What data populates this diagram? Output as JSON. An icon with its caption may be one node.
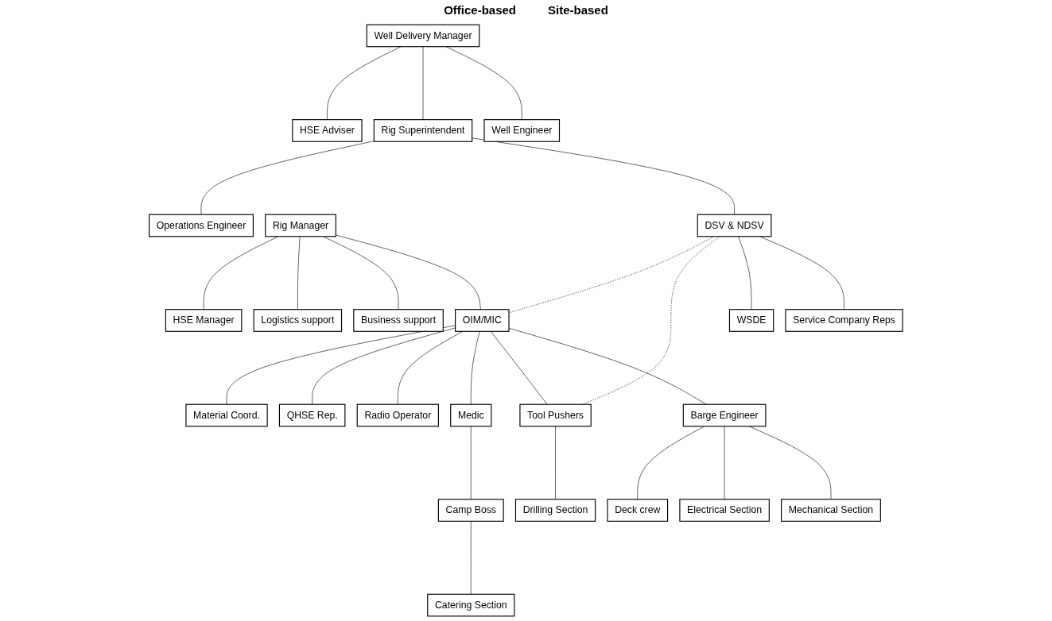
{
  "diagram": {
    "nodes": [
      {
        "text": [
          "Well Delivery Manager"
        ]
      },
      {
        "text": [
          "HSE Adviser"
        ]
      },
      {
        "text": [
          "Rig Superintendent"
        ]
      },
      {
        "text": [
          "Well Engineer"
        ]
      },
      {
        "text": [
          "Operations Engineer"
        ]
      },
      {
        "text": [
          "Rig Manager"
        ]
      },
      {
        "text": [
          "HSE Manager"
        ]
      },
      {
        "text": [
          "Logistics support"
        ]
      },
      {
        "text": [
          "Business support"
        ]
      },
      {
        "text": [
          "DSV & NDSV"
        ]
      },
      {
        "text": [
          "OIM/MIC"
        ]
      },
      {
        "text": [
          "WSDE"
        ]
      },
      {
        "text": [
          "Service Company Reps"
        ]
      },
      {
        "text": [
          "Material Coord."
        ]
      },
      {
        "text": [
          "QHSE Rep."
        ]
      },
      {
        "text": [
          "Radio Operator"
        ]
      },
      {
        "text": [
          "Medic"
        ]
      },
      {
        "text": [
          "Tool Pushers"
        ]
      },
      {
        "text": [
          "Barge Engineer"
        ]
      },
      {
        "text": [
          "Electrical Section"
        ]
      },
      {
        "text": [
          "Mechanical Section"
        ]
      },
      {
        "text": [
          "Camp Boss"
        ]
      },
      {
        "text": [
          "Drilling Section"
        ]
      },
      {
        "text": [
          "Deck crew"
        ]
      },
      {
        "text": [
          "Catering Section"
        ]
      }
    ],
    "edges": [
      {
        "from": 0,
        "to": 1,
        "arrow": "none"
      },
      {
        "from": 0,
        "to": 2,
        "arrow": "none"
      },
      {
        "from": 0,
        "to": 3,
        "arrow": "none"
      },
      {
        "from": 2,
        "to": 4,
        "arrow": "none"
      },
      {
        "from": 2,
        "to": 9,
        "arrow": "none"
      },
      {
        "from": 5,
        "to": 6,
        "arrow": "none"
      },
      {
        "from": 5,
        "to": 7,
        "arrow": "none"
      },
      {
        "from": 5,
        "to": 8,
        "arrow": "none"
      },
      {
        "from": 5,
        "to": 10,
        "arrow": "none"
      },
      {
        "from": 9,
        "to": 10,
        "arrow": "none",
        "style": "dashed"
      },
      {
        "from": 9,
        "to": 17,
        "arrow": "none",
        "style": "dashed"
      },
      {
        "from": 9,
        "to": 11,
        "arrow": "none"
      },
      {
        "from": 9,
        "to": 12,
        "arrow": "none"
      },
      {
        "from": 10,
        "to": 13,
        "arrow": "none"
      },
      {
        "from": 10,
        "to": 14,
        "arrow": "none"
      },
      {
        "from": 10,
        "to": 15,
        "arrow": "none"
      },
      {
        "from": 10,
        "to": 16,
        "arrow": "none"
      },
      {
        "from": 10,
        "to": 17,
        "arrow": "none"
      },
      {
        "from": 10,
        "to": 18,
        "arrow": "none"
      },
      {
        "from": 16,
        "to": 21,
        "arrow": "none"
      },
      {
        "from": 17,
        "to": 22,
        "arrow": "none"
      },
      {
        "from": 18,
        "to": 23,
        "arrow": "none"
      },
      {
        "from": 18,
        "to": 19,
        "arrow": "none"
      },
      {
        "from": 18,
        "to": 20,
        "arrow": "none"
      },
      {
        "from": 21,
        "to": 24,
        "arrow": "none"
      }
    ],
    "labels": [
      "Office-based",
      "Site-based"
    ]
  }
}
